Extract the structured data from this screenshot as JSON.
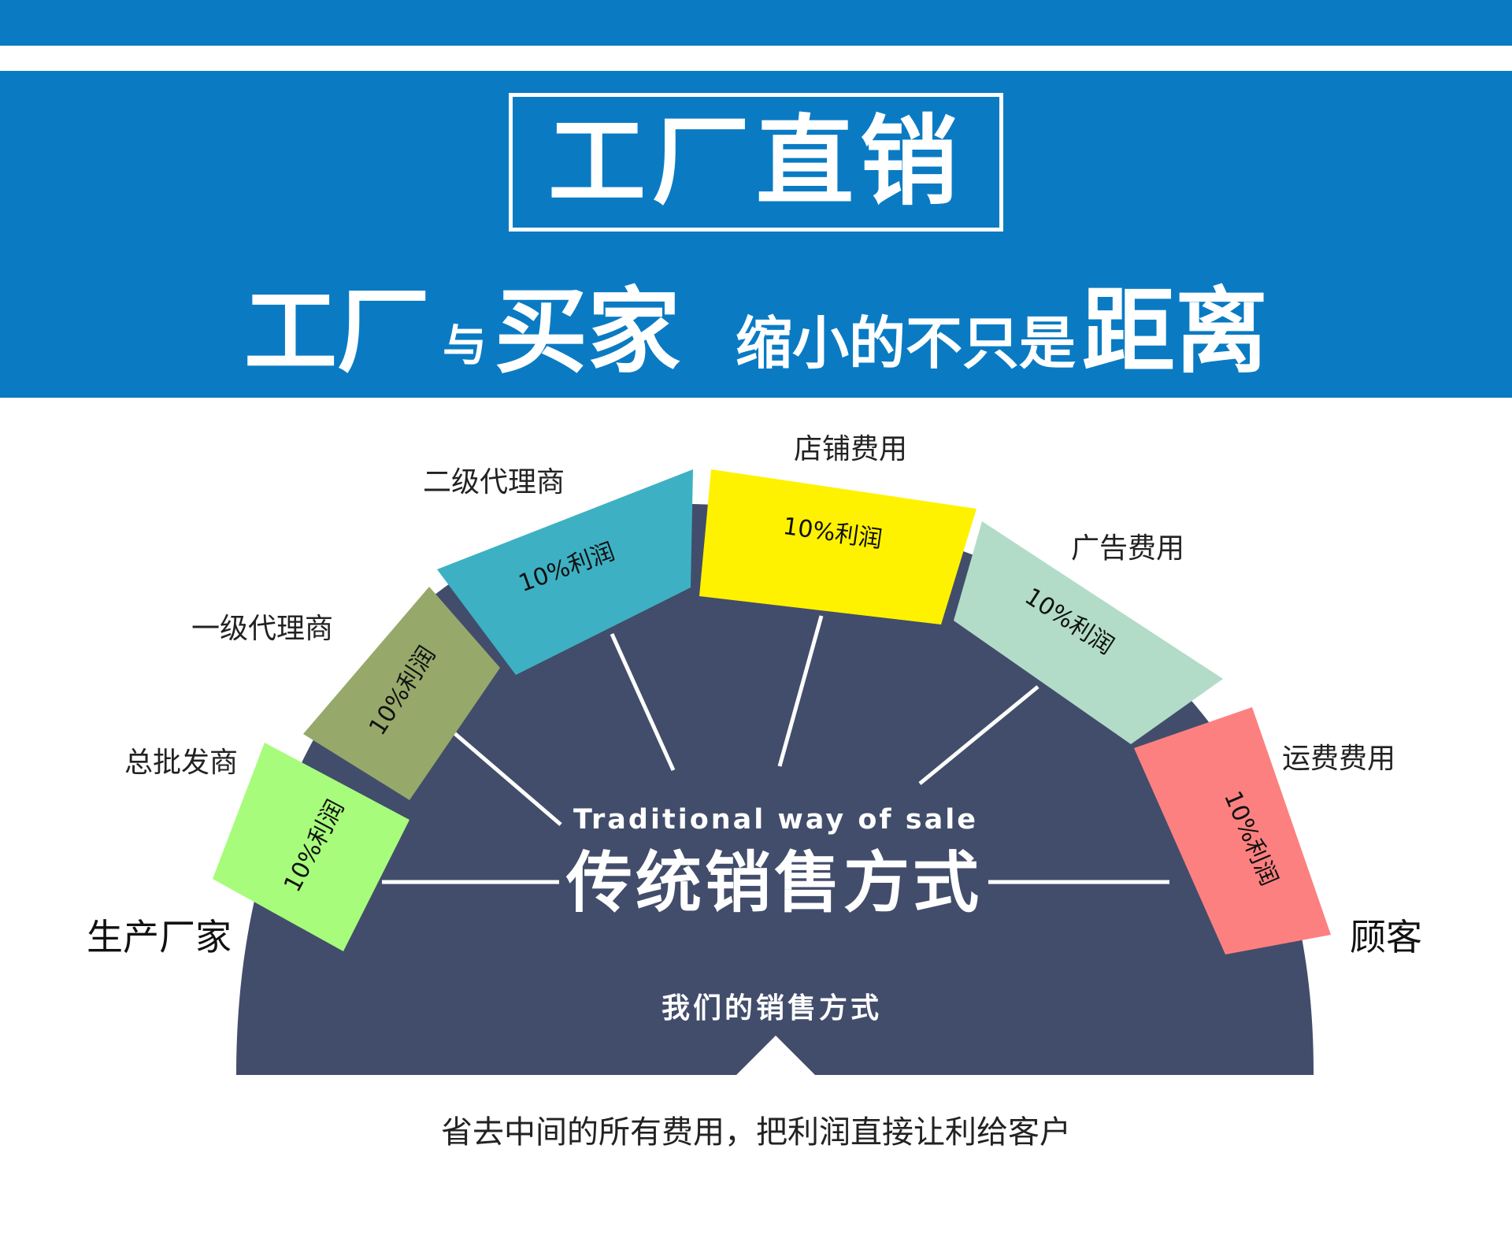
{
  "header": {
    "title": "工厂直销",
    "slogan": {
      "part1": "工厂",
      "part2": "与",
      "part3": "买家",
      "part4": "缩小的不只是",
      "part5": "距离"
    }
  },
  "diagram": {
    "start_label": "生产厂家",
    "end_label": "顾客",
    "center_en": "Traditional way of sale",
    "center_cn": "传统销售方式",
    "our_way": "我们的销售方式",
    "segments": [
      {
        "name": "总批发商",
        "profit": "10%利润",
        "color": "#a7fc7c"
      },
      {
        "name": "一级代理商",
        "profit": "10%利润",
        "color": "#97a96a"
      },
      {
        "name": "二级代理商",
        "profit": "10%利润",
        "color": "#3db1c3"
      },
      {
        "name": "店铺费用",
        "profit": "10%利润",
        "color": "#fff200"
      },
      {
        "name": "广告费用",
        "profit": "10%利润",
        "color": "#b2dcc8"
      },
      {
        "name": "运费费用",
        "profit": "10%利润",
        "color": "#fd8080"
      }
    ],
    "arch_color": "#424d6b"
  },
  "footer": {
    "note": "省去中间的所有费用，把利润直接让利给客户"
  },
  "colors": {
    "brand_blue": "#0a7bc3",
    "white": "#ffffff"
  }
}
